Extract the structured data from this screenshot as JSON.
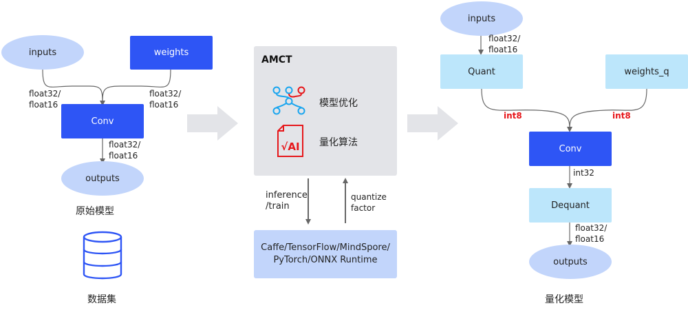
{
  "original_model": {
    "inputs": "inputs",
    "weights": "weights",
    "conv": "Conv",
    "outputs": "outputs",
    "edge_inputs_label": "float32/\nfloat16",
    "edge_weights_label": "float32/\nfloat16",
    "edge_outputs_label": "float32/\nfloat16",
    "caption": "原始模型"
  },
  "dataset": {
    "icon": "database-icon",
    "caption": "数据集"
  },
  "amct": {
    "title": "AMCT",
    "items": [
      {
        "icon": "model-optimization-icon",
        "label": "模型优化"
      },
      {
        "icon": "quantization-algorithm-icon",
        "label": "量化算法"
      }
    ],
    "down_label": "inference\n/train",
    "up_label": "quantize\nfactor",
    "frameworks": "Caffe/TensorFlow/MindSpore/\nPyTorch/ONNX Runtime"
  },
  "quantized_model": {
    "inputs": "inputs",
    "quant": "Quant",
    "weights_q": "weights_q",
    "conv": "Conv",
    "dequant": "Dequant",
    "outputs": "outputs",
    "edge_inputs_label": "float32/\nfloat16",
    "edge_quant_label": "int8",
    "edge_weights_label": "int8",
    "edge_conv_label": "int32",
    "edge_outputs_label": "float32/\nfloat16",
    "caption": "量化模型"
  },
  "colors": {
    "primary_blue": "#2e55f5",
    "ellipse_blue": "#c2d5fb",
    "light_cyan": "#bce6fb",
    "panel_gray": "#e3e4e8",
    "arrow_gray": "#e3e4e8",
    "accent_red": "#e6161a"
  }
}
